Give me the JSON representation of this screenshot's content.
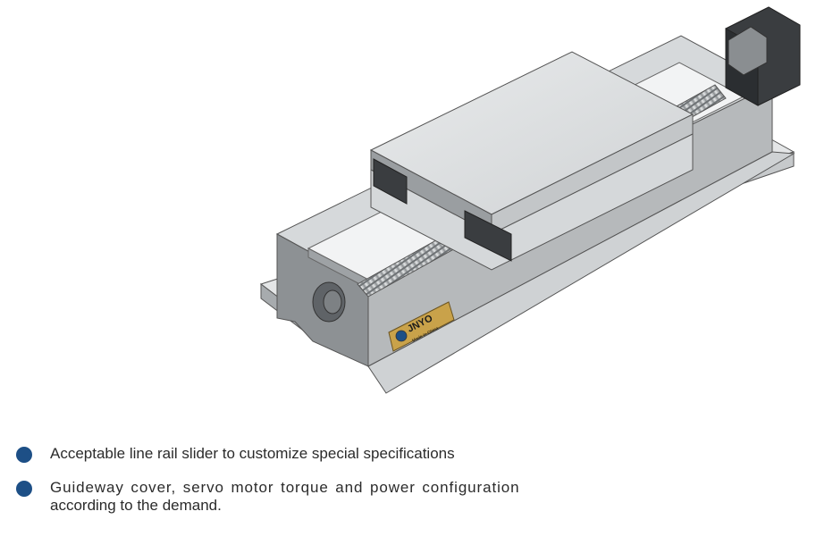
{
  "colors": {
    "bullet": "#1d4f86",
    "body_text": "#2b2b2b",
    "metal_light": "#dcdedf",
    "metal_mid": "#b9bcbe",
    "metal_dark": "#7d8184",
    "motor": "#3a3d40",
    "plate": "#c9a24a"
  },
  "product": {
    "nameplate_brand": "JNYO",
    "nameplate_sub": "Made in China"
  },
  "features": [
    {
      "text": "Acceptable line rail slider to customize special specifications"
    },
    {
      "line1": "Guideway cover, servo motor torque and power configuration",
      "line2": "according to the demand."
    }
  ]
}
